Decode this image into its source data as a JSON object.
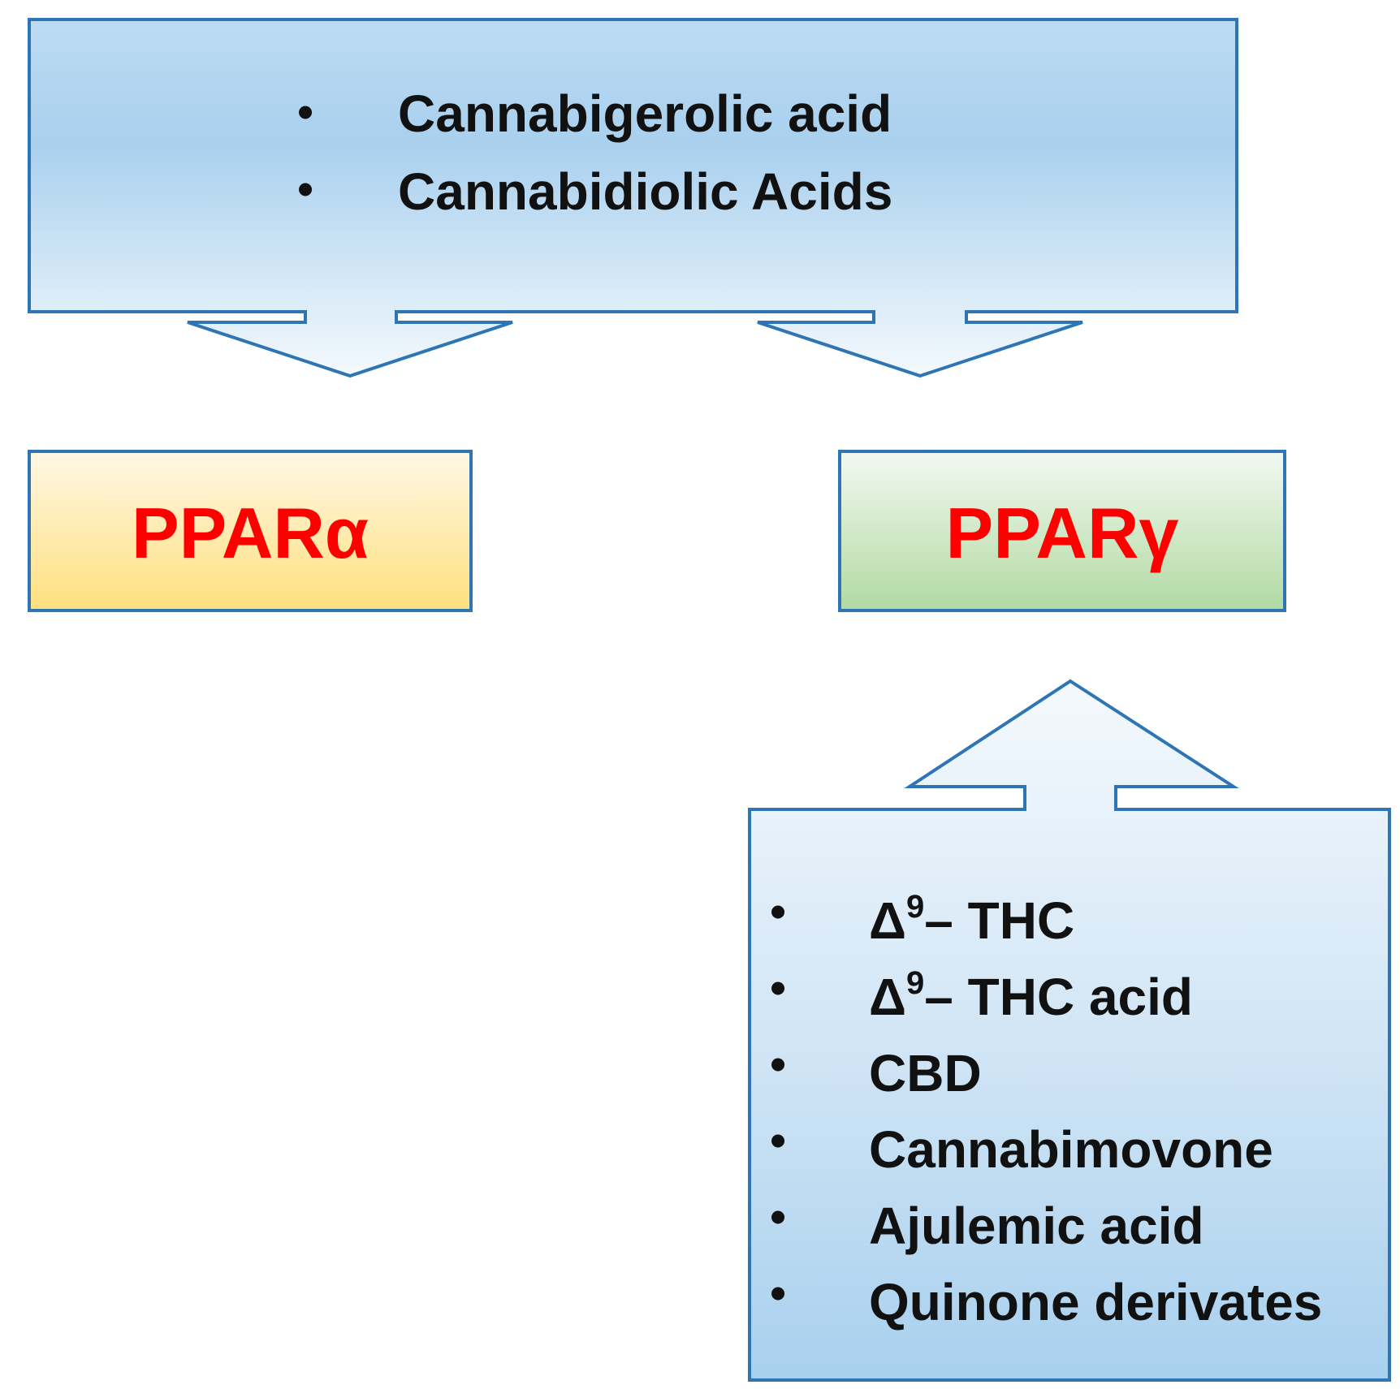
{
  "top_box": {
    "items": [
      "Cannabigerolic acid",
      "Cannabidiolic Acids"
    ]
  },
  "targets": {
    "ppar_alpha": "PPARα",
    "ppar_gamma": "PPARγ"
  },
  "bottom_box": {
    "items": [
      {
        "prefix": "Δ",
        "superscript": "9",
        "rest": "– THC"
      },
      {
        "prefix": "Δ",
        "superscript": "9",
        "rest": "– THC acid"
      },
      {
        "prefix": "",
        "superscript": "",
        "rest": "CBD"
      },
      {
        "prefix": "",
        "superscript": "",
        "rest": "Cannabimovone"
      },
      {
        "prefix": "",
        "superscript": "",
        "rest": "Ajulemic acid"
      },
      {
        "prefix": "",
        "superscript": "",
        "rest": "Quinone derivates"
      }
    ]
  },
  "bullet_symbol": "•",
  "colors": {
    "border": "#2e75b6",
    "blue_dark": "#a8d0ee",
    "blue_light": "#eef6fc",
    "yellow_light": "#fff8e1",
    "yellow_dark": "#ffe182",
    "green_light": "#f1f8ee",
    "green_dark": "#b3dba5",
    "target_text": "#ff0000"
  }
}
